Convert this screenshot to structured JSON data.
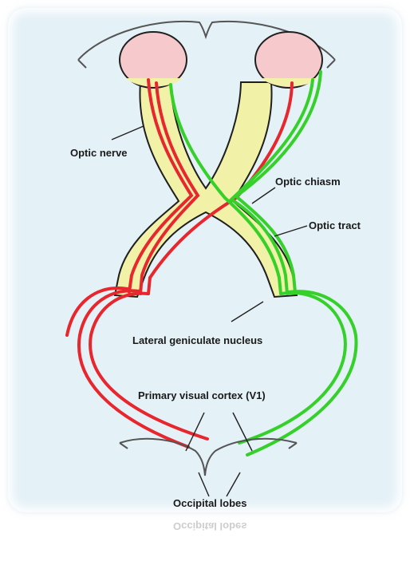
{
  "labels": {
    "optic_nerve": "Optic nerve",
    "optic_chiasm": "Optic chiasm",
    "optic_tract": "Optic tract",
    "lateral_geniculate_nucleus": "Lateral geniculate nucleus",
    "primary_visual_cortex": "Primary visual cortex (V1)",
    "occipital_lobes": "Occipital lobes"
  },
  "colors": {
    "background_panel": "#e4f1f7",
    "eye_fill": "#f6c9cc",
    "pathway_fill": "#f1f1a8",
    "left_pathway": "#e8262e",
    "right_pathway": "#35d12a",
    "outline": "#1f1f1f",
    "brain_outline": "#555555"
  }
}
